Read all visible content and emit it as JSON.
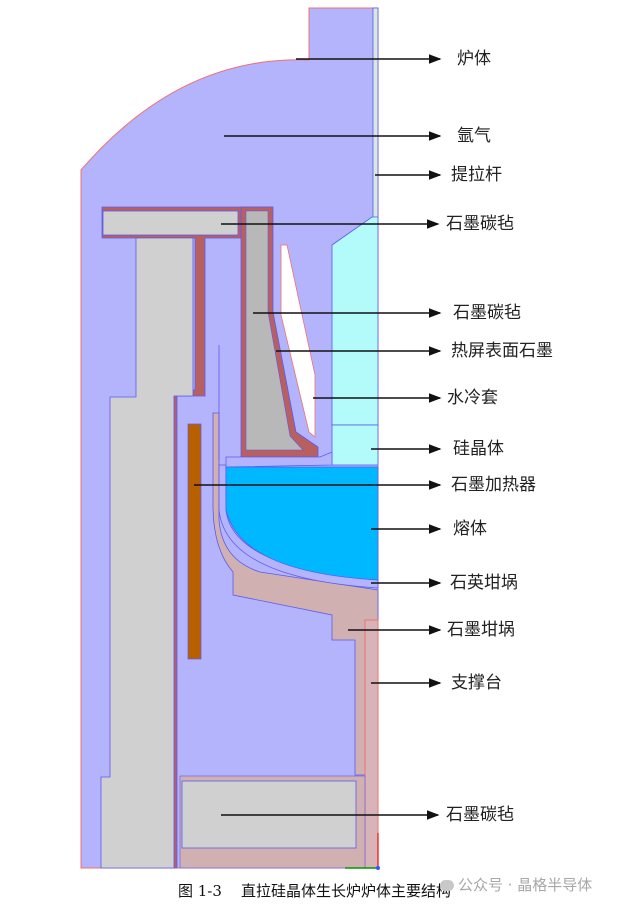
{
  "figure": {
    "caption_number": "图 1-3",
    "caption_title": "直拉硅晶体生长炉炉体主要结构",
    "watermark": "公众号 · 晶格半导体",
    "watermark_icon": "wechat-icon"
  },
  "colors": {
    "argon": "#b4b4fd",
    "graphite_felt": "#d0d0d0",
    "heat_shield_graphite": "#b86060",
    "heat_shield_core": "#b8b8b8",
    "water_jacket": "#b3fbfb",
    "melt": "#00b8ff",
    "heater": "#b86000",
    "crucible": "#d0b0b0",
    "outline_blue": "#5a5af0",
    "outline_red": "#f07070"
  },
  "labels": [
    {
      "id": "furnace-body",
      "text": "炉体"
    },
    {
      "id": "argon-gas",
      "text": "氩气"
    },
    {
      "id": "pull-rod",
      "text": "提拉杆"
    },
    {
      "id": "graphite-felt-top",
      "text": "石墨碳毡"
    },
    {
      "id": "graphite-felt-shield",
      "text": "石墨碳毡"
    },
    {
      "id": "heat-shield-graphite",
      "text": "热屏表面石墨"
    },
    {
      "id": "water-jacket",
      "text": "水冷套"
    },
    {
      "id": "silicon-crystal",
      "text": "硅晶体"
    },
    {
      "id": "graphite-heater",
      "text": "石墨加热器"
    },
    {
      "id": "melt",
      "text": "熔体"
    },
    {
      "id": "quartz-crucible",
      "text": "石英坩埚"
    },
    {
      "id": "graphite-crucible",
      "text": "石墨坩埚"
    },
    {
      "id": "support-pedestal",
      "text": "支撑台"
    },
    {
      "id": "graphite-felt-bottom",
      "text": "石墨碳毡"
    }
  ]
}
